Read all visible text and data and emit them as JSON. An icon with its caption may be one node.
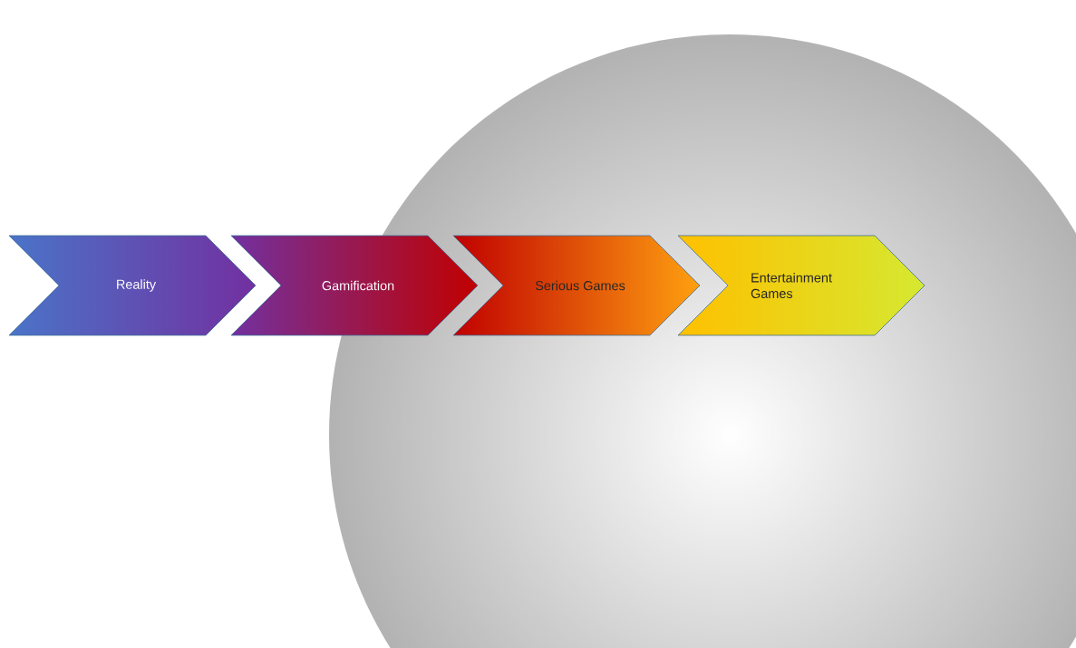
{
  "diagram": {
    "nodes": [
      {
        "text": [
          "Reality"
        ]
      },
      {
        "text": [
          "Gamification"
        ]
      },
      {
        "text": [
          "Serious Games"
        ]
      },
      {
        "text": [
          "Entertainment Games"
        ]
      }
    ]
  }
}
